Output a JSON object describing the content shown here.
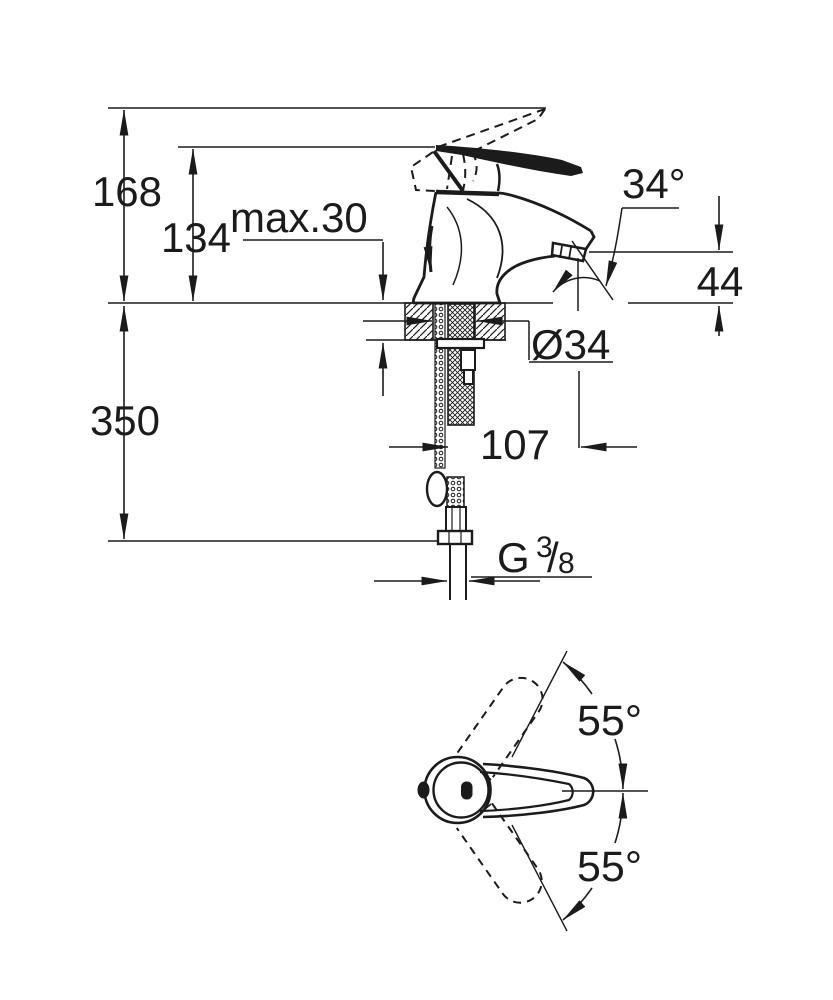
{
  "colors": {
    "line": "#1b1b1b",
    "background": "#ffffff"
  },
  "dimensions": {
    "overall_height": "168",
    "body_height": "134",
    "max_mounting_thickness": "max.30",
    "spout_angle": "34°",
    "spout_height": "44",
    "hole_diameter": "Ø34",
    "supply_length": "350",
    "spout_projection": "107",
    "thread": {
      "prefix": "G",
      "numerator": "3",
      "slash": "/",
      "denominator": "8"
    }
  },
  "top_view": {
    "handle_angle_up": "55°",
    "handle_angle_down": "55°"
  }
}
